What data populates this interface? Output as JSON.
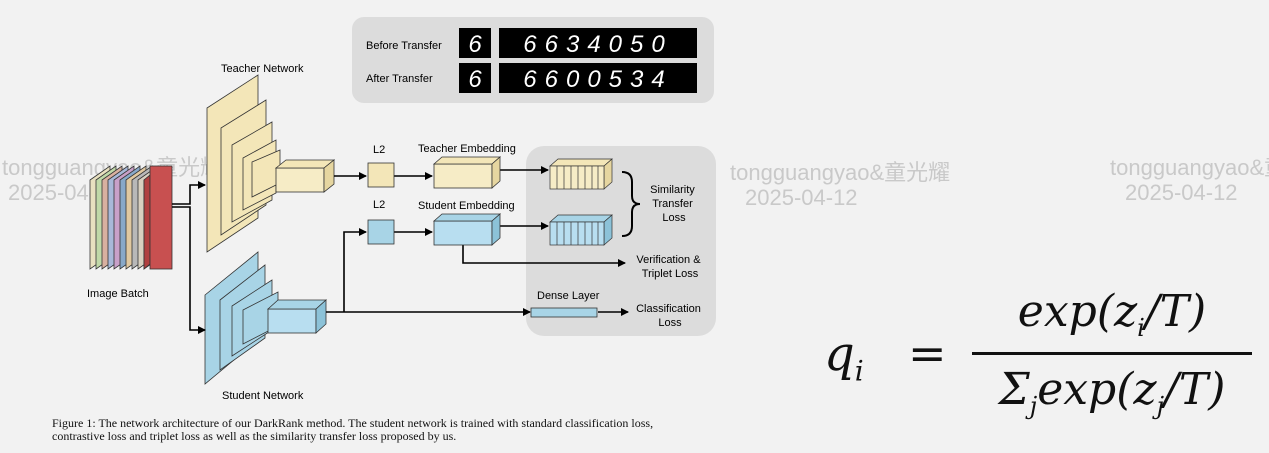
{
  "diagram": {
    "mnist": {
      "before_label": "Before Transfer",
      "after_label": "After Transfer",
      "before_query": "6",
      "after_query": "6",
      "before_digits": "6634050",
      "after_digits": "6600534"
    },
    "teacher_network_label": "Teacher Network",
    "student_network_label": "Student Network",
    "image_batch_label": "Image Batch",
    "l2_teacher_label": "L2",
    "l2_student_label": "L2",
    "teacher_embedding_label": "Teacher Embedding",
    "student_embedding_label": "Student Embedding",
    "similarity_loss_lines": [
      "Similarity",
      "Transfer",
      "Loss"
    ],
    "verification_loss_lines": [
      "Verification &",
      "Triplet Loss"
    ],
    "dense_layer_label": "Dense Layer",
    "classification_loss_lines": [
      "Classification",
      "Loss"
    ]
  },
  "caption": {
    "line1": "Figure 1: The network architecture of our DarkRank method. The student network is trained with standard classification loss,",
    "line2": "contrastive loss and triplet loss as well as the similarity transfer loss proposed by us."
  },
  "formula": {
    "lhs": "q",
    "lhs_sub": "i",
    "equals": "=",
    "num_pre": "exp(z",
    "num_sub": "i",
    "num_post": "/T)",
    "den_pre": "Σ",
    "den_sub1": "j",
    "den_mid": "exp(z",
    "den_sub2": "j",
    "den_post": "/T)"
  },
  "watermarks": {
    "name": "tongguangyao&童光耀",
    "date": "2025-04-12"
  },
  "colors": {
    "teacher": "#f3e6b8",
    "student": "#a8d4e6",
    "panel": "#dedede",
    "image_red": "#c85050"
  }
}
